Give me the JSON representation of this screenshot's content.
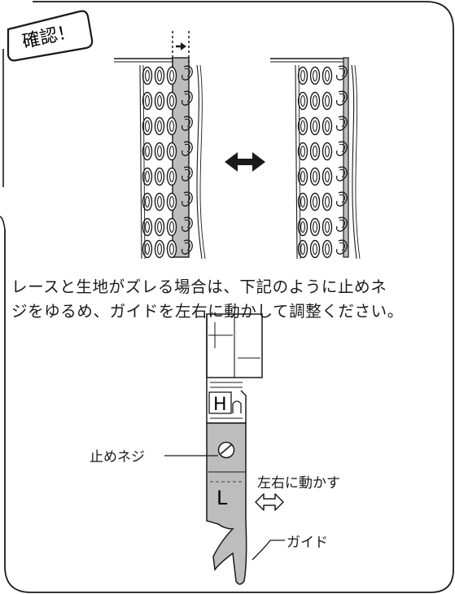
{
  "badge": {
    "label": "確認！"
  },
  "instructions": {
    "line1": "レースと生地がズレる場合は、下記のように止めネ",
    "line2": "ジをゆるめ、ガイドを左右に動かして調整ください。"
  },
  "foot_labels": {
    "screw": "止めネジ",
    "direction": "左右に動かす",
    "guide": "ガイド",
    "letter_h": "H",
    "letter_l": "L"
  },
  "colors": {
    "line": "#1a1a1a",
    "guide_fill": "#bdbdbd",
    "background": "#ffffff"
  },
  "icons": [
    "shift-arrow-icon",
    "double-arrow-icon",
    "left-right-arrow-icon",
    "screw-icon"
  ]
}
